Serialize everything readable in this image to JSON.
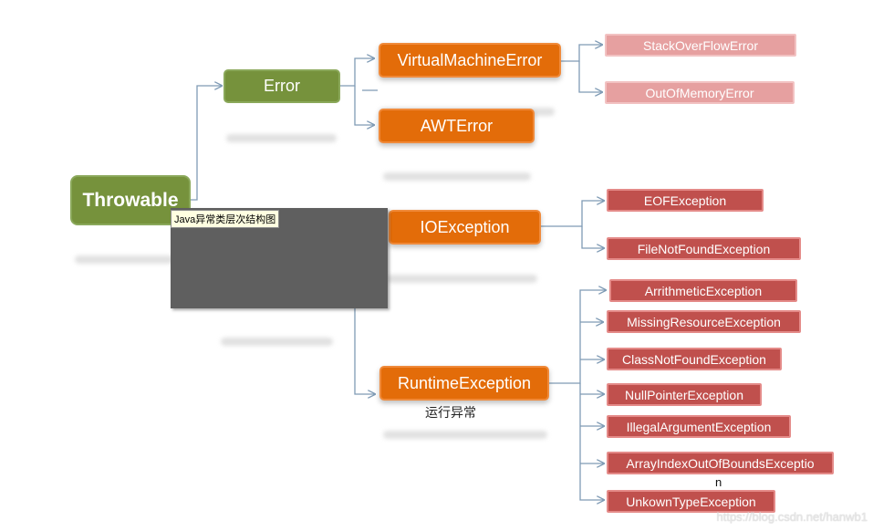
{
  "root": {
    "label": "Throwable"
  },
  "error": {
    "label": "Error"
  },
  "error_children": [
    {
      "label": "VirtualMachineError"
    },
    {
      "label": "AWTError"
    }
  ],
  "vm_children": [
    {
      "label": "StackOverFlowError"
    },
    {
      "label": "OutOfMemoryError"
    }
  ],
  "exceptions": [
    {
      "label": "IOException"
    },
    {
      "label": "RuntimeException"
    }
  ],
  "io_children": [
    {
      "label": "EOFException"
    },
    {
      "label": "FileNotFoundException"
    }
  ],
  "runtime_caption": "运行异常",
  "runtime_children": [
    {
      "label": "ArrithmeticException"
    },
    {
      "label": "MissingResourceException"
    },
    {
      "label": "ClassNotFoundException"
    },
    {
      "label": "NullPointerException"
    },
    {
      "label": "IllegalArgumentException"
    },
    {
      "label": "ArrayIndexOutOfBoundsExceptio"
    },
    {
      "label": "UnkownTypeException"
    }
  ],
  "wrapped_fragment": "n",
  "tooltip": "Java异常类层次结构图",
  "watermark": "https://blog.csdn.net/hanwb1",
  "colors": {
    "green": "#76923c",
    "orange": "#e36c09",
    "pink": "#e6a0a0",
    "red": "#c0504d",
    "connector": "#7f9bb5"
  }
}
